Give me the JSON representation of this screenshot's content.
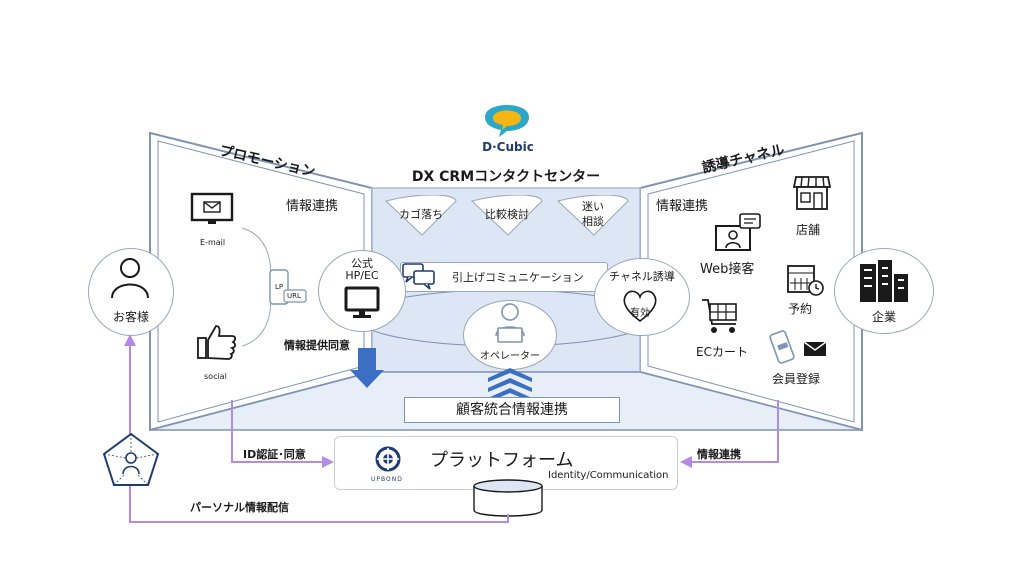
{
  "brand": {
    "name": "D·Cubic",
    "colors": {
      "teal": "#2aa7c9",
      "yellow": "#f5b614",
      "navy": "#1f3c72"
    }
  },
  "center": {
    "title": "DX CRMコンタクトセンター",
    "bubbles": [
      "カゴ落ち",
      "比較検討",
      "迷い\n相談"
    ],
    "official": {
      "line1": "公式",
      "line2": "HP/EC"
    },
    "comm_bar": "引上げコミュニケーション",
    "operator": "オペレーター",
    "guide": {
      "label": "チャネル誘導",
      "badge": "有効"
    },
    "integration": "顧客統合情報連携"
  },
  "promotion": {
    "title": "プロモーション",
    "info_link": "情報連携",
    "email": "E-mail",
    "social": "social",
    "lp": "LP",
    "url": "URL",
    "consent": "情報提供同意"
  },
  "channel": {
    "title": "誘導チャネル",
    "info_link": "情報連携",
    "store": "店舗",
    "web": "Web接客",
    "reserve": "予約",
    "cart": "ECカート",
    "member": "会員登録"
  },
  "customer": "お客様",
  "company": "企業",
  "platform": {
    "name": "プラットフォーム",
    "sub": "Identity/Communication",
    "logo": "UPBOND"
  },
  "arrows": {
    "id_consent": "ID認証･同意",
    "info_link": "情報連携",
    "personal": "パーソナル情報配信"
  },
  "colors": {
    "frame": "#7f93b3",
    "panel": "#dce6f4",
    "panel_edge": "#a9b9d4",
    "arrow_blue": "#3a6fc4",
    "purple": "#b48ae8"
  }
}
